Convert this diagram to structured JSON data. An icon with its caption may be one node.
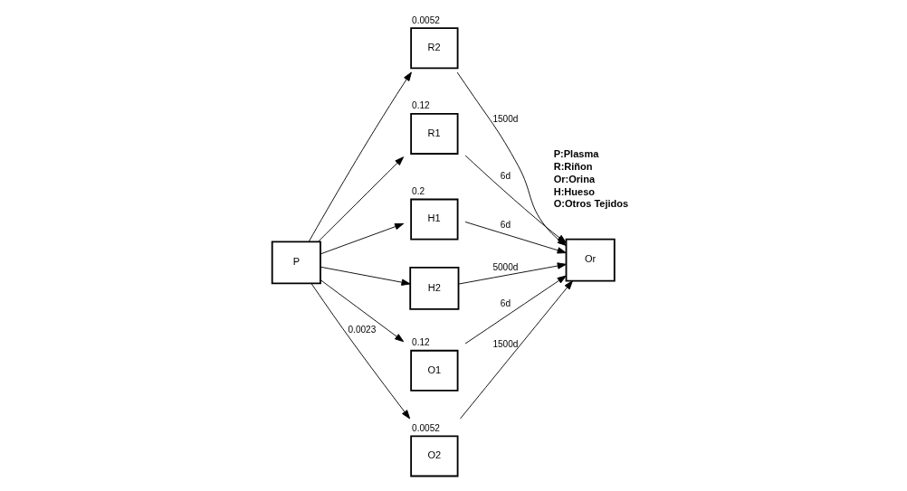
{
  "diagram": {
    "nodes": [
      {
        "text": [
          "P"
        ]
      },
      {
        "text": [
          "R2"
        ],
        "beside": [
          "0.0052"
        ]
      },
      {
        "text": [
          "R1"
        ],
        "beside": [
          "0.12"
        ]
      },
      {
        "text": [
          "Or"
        ]
      },
      {
        "text": [
          "H1"
        ],
        "beside": [
          "0.2"
        ]
      },
      {
        "text": [
          "H2"
        ]
      },
      {
        "text": [
          "O1"
        ],
        "beside": [
          "0.12"
        ]
      },
      {
        "text": [
          "O2"
        ],
        "beside": [
          "0.0052"
        ]
      }
    ],
    "edges": [
      {
        "from": 0,
        "to": 1,
        "arrow": "to"
      },
      {
        "from": 0,
        "to": 2,
        "arrow": "to"
      },
      {
        "from": 0,
        "to": 4,
        "arrow": "to"
      },
      {
        "from": 0,
        "to": 5,
        "arrow": "to"
      },
      {
        "from": 0,
        "to": 6,
        "arrow": "to"
      },
      {
        "from": 0,
        "to": 7,
        "arrow": "to",
        "label": "0.0023"
      },
      {
        "from": 1,
        "to": 3,
        "arrow": "to",
        "label": "1500d"
      },
      {
        "from": 2,
        "to": 3,
        "arrow": "to",
        "label": "6d"
      },
      {
        "from": 5,
        "to": 3,
        "arrow": "to",
        "label": "5000d"
      },
      {
        "from": 4,
        "to": 3,
        "arrow": "to",
        "label": "6d"
      },
      {
        "from": 7,
        "to": 3,
        "arrow": "to",
        "label": "1500d"
      },
      {
        "from": 6,
        "to": 3,
        "arrow": "to",
        "label": "6d"
      }
    ],
    "labels": [
      "P:Plasma",
      "R:Riñon",
      "Or:Orina",
      "H:Hueso",
      "O:Otros Tejidos"
    ]
  }
}
